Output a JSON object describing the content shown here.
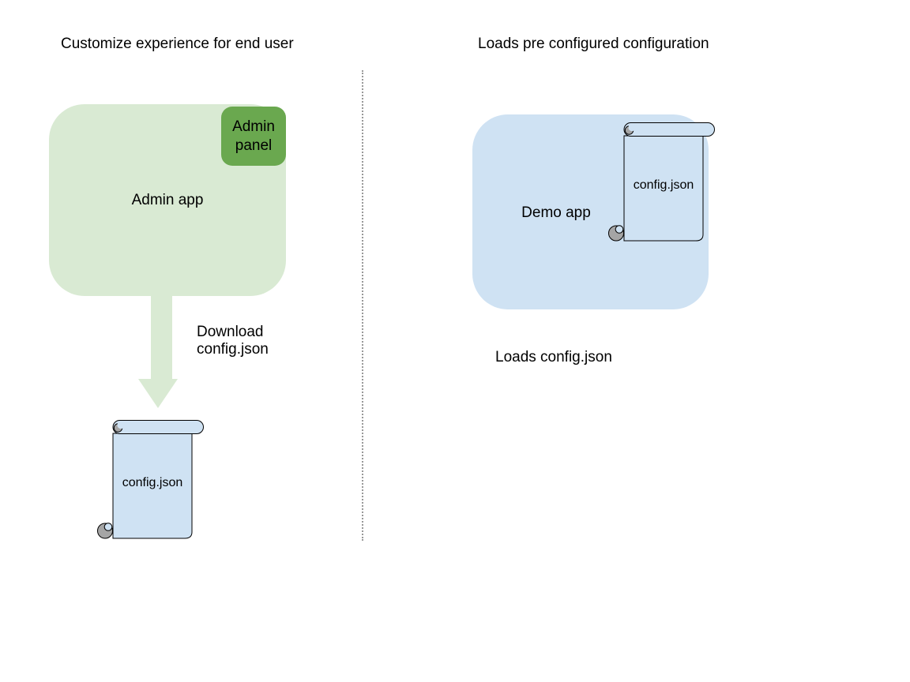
{
  "colors": {
    "background": "#ffffff",
    "text": "#000000",
    "light_green": "#d9ead3",
    "green": "#6aa84f",
    "light_blue": "#cfe2f3",
    "curl_gray": "#a5a5a5",
    "divider_gray": "#999999"
  },
  "titles": {
    "left": "Customize experience for end user",
    "right": "Loads pre configured configuration"
  },
  "left_flow": {
    "admin_app_label": "Admin app",
    "admin_panel_label": "Admin panel",
    "arrow_label": "Download\nconfig.json",
    "scroll_label": "config.json"
  },
  "right_flow": {
    "demo_app_label": "Demo app",
    "scroll_label": "config.json",
    "caption": "Loads config.json"
  }
}
